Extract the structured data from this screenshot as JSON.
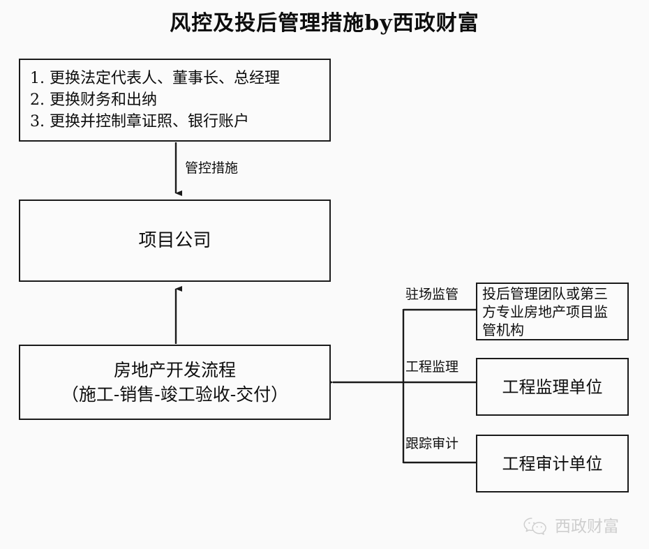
{
  "title": "风控及投后管理措施by西政财富",
  "nodes": {
    "measures": {
      "lines": [
        "1. 更换法定代表人、董事长、总经理",
        "2. 更换财务和出纳",
        "3. 更换并控制章证照、银行账户"
      ]
    },
    "project_company": {
      "label": "项目公司"
    },
    "development_flow": {
      "line1": "房地产开发流程",
      "line2": "（施工-销售-竣工验收-交付）"
    },
    "post_investment_team": {
      "lines": [
        "投后管理团队或第三",
        "方专业房地产项目监",
        "管机构"
      ]
    },
    "engineering_supervision_unit": {
      "label": "工程监理单位"
    },
    "engineering_audit_unit": {
      "label": "工程审计单位"
    }
  },
  "edge_labels": {
    "control_measures": "管控措施",
    "on_site_supervision": "驻场监管",
    "engineering_supervision": "工程监理",
    "tracking_audit": "跟踪审计"
  },
  "watermark": {
    "text": "西政财富",
    "icon": "wechat-icon"
  },
  "colors": {
    "stroke": "#1a1a1a",
    "background": "#fafafa",
    "node_fill": "#fbfbfb",
    "watermark": "#8d8d8d"
  }
}
